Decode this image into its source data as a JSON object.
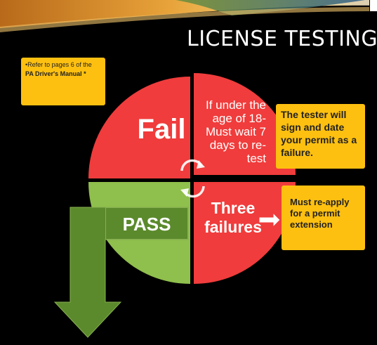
{
  "slide": {
    "title": "LICENSE TESTING",
    "note": {
      "line": "•Refer to pages 6 of the",
      "bold": "PA Driver's Manual *"
    },
    "quadrants": {
      "fail": "Fail",
      "under_age": "If under the age of 18- Must wait 7 days to re-test",
      "three_failures": "Three failures",
      "pass": "PASS"
    },
    "callouts": {
      "tester": "The tester will sign and date your permit as a failure.",
      "reapply": "Must re-apply for a permit extension"
    },
    "colors": {
      "red": "#f03c3c",
      "green": "#8fbf4c",
      "dark_green": "#5b8a2c",
      "yellow": "#fec010",
      "background": "#000000"
    }
  }
}
